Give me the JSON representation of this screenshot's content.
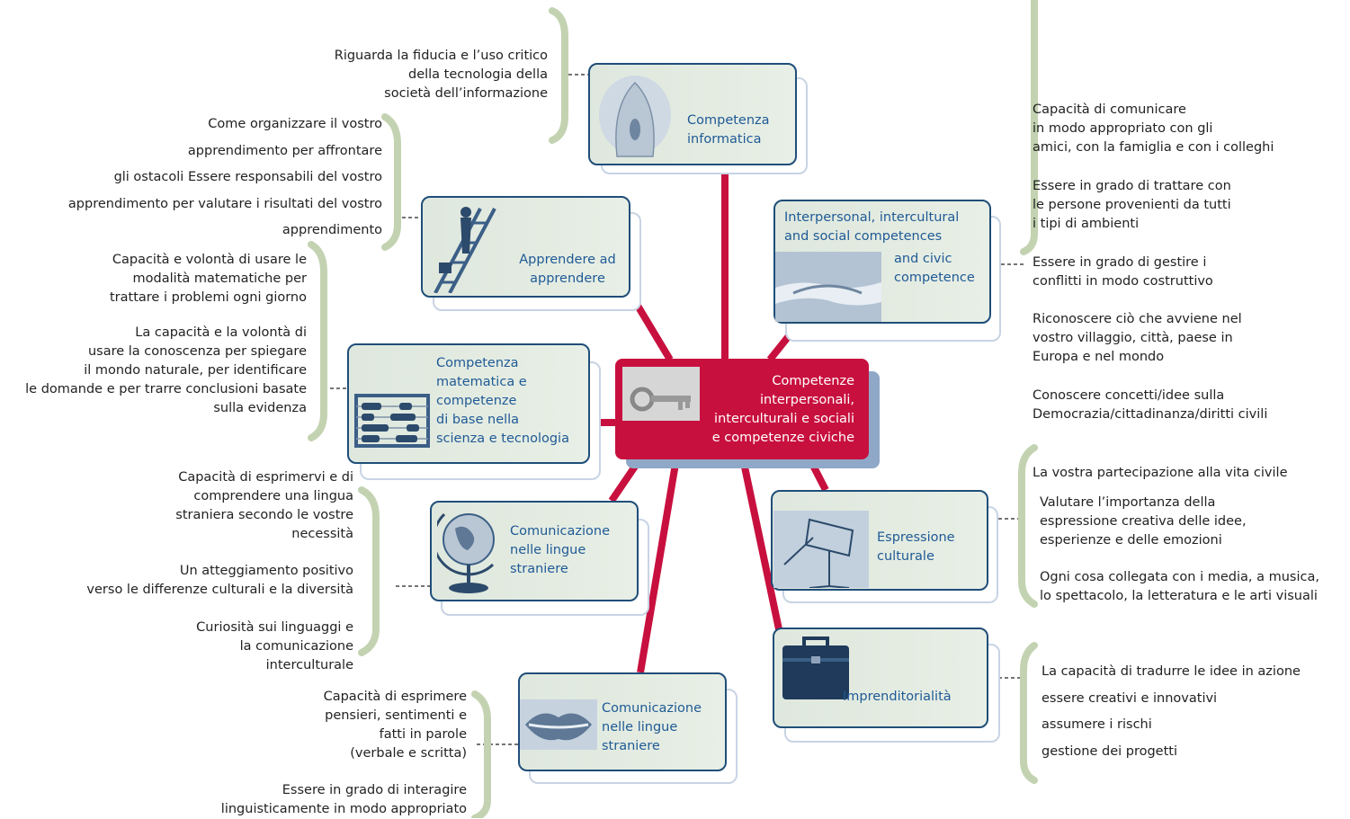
{
  "center": {
    "lines": [
      "Competenze",
      "interpersonali,",
      "interculturali e sociali",
      "e competenze civiche"
    ],
    "icon": "key-icon"
  },
  "nodes": {
    "informatica": {
      "lines": [
        "Competenza",
        "informatica"
      ],
      "icon": "computer-mouse-icon"
    },
    "apprendere": {
      "lines": [
        "Apprendere ad",
        "apprendere"
      ],
      "icon": "ladder-climber-icon"
    },
    "matematica": {
      "lines": [
        "Competenza",
        "matematica e",
        "competenze",
        "di base nella",
        "scienza e tecnologia"
      ],
      "icon": "abacus-icon"
    },
    "lingue_globe": {
      "lines": [
        "Comunicazione",
        "nelle lingue",
        "straniere"
      ],
      "icon": "globe-icon"
    },
    "lingue_lips": {
      "lines": [
        "Comunicazione",
        "nelle lingue",
        "straniere"
      ],
      "icon": "lips-icon"
    },
    "interpersonal": {
      "lines": [
        "Interpersonal, intercultural",
        "and social competences",
        "and civic",
        "competence"
      ],
      "icon": "handshake-icon"
    },
    "culturale": {
      "lines": [
        "Espressione",
        "culturale"
      ],
      "icon": "music-stand-icon"
    },
    "imprenditorialita": {
      "lines": [
        "Imprenditorialità"
      ],
      "icon": "briefcase-icon"
    }
  },
  "notes": {
    "informatica": [
      "Riguarda la fiducia e l’uso critico",
      "della tecnologia della",
      "società dell’informazione"
    ],
    "apprendere": [
      "Come organizzare il vostro",
      "apprendimento per affrontare",
      "gli ostacoli Essere responsabili del vostro",
      "apprendimento per valutare i risultati del vostro",
      "apprendimento"
    ],
    "matematica_a": [
      "Capacità e volontà di usare le",
      "modalità matematiche per",
      "trattare i problemi ogni giorno"
    ],
    "matematica_b": [
      "La capacità e la volontà di",
      "usare la conoscenza per spiegare",
      "il mondo naturale, per identificare",
      "le domande e per trarre conclusioni basate",
      "sulla evidenza"
    ],
    "lingue_a": [
      "Capacità di esprimervi e di",
      "comprendere una lingua",
      "straniera secondo le vostre",
      "necessità"
    ],
    "lingue_b": [
      "Un atteggiamento positivo",
      "verso le differenze culturali e la diversità"
    ],
    "lingue_c": [
      "Curiosità sui linguaggi e",
      "la comunicazione",
      "interculturale"
    ],
    "madre_a": [
      "Capacità di esprimere",
      "pensieri, sentimenti e",
      "fatti in parole",
      "(verbale e scritta)"
    ],
    "madre_b": [
      "Essere in grado di interagire",
      "linguisticamente in modo appropriato"
    ],
    "interpersonal_a": [
      "Capacità di comunicare",
      "in modo appropriato con gli",
      "amici, con la famiglia e con i colleghi"
    ],
    "interpersonal_b": [
      "Essere in grado di trattare con",
      "le persone provenienti da tutti",
      "i tipi di ambienti"
    ],
    "interpersonal_c": [
      "Essere in grado di gestire i",
      "conflitti in modo costruttivo"
    ],
    "interpersonal_d": [
      "Riconoscere ciò che avviene nel",
      "vostro villaggio, città, paese in",
      "Europa e nel mondo"
    ],
    "interpersonal_e": [
      "Conoscere concetti/idee sulla",
      "Democrazia/cittadinanza/diritti civili"
    ],
    "culturale_a": [
      "La vostra partecipazione alla vita civile"
    ],
    "culturale_b": [
      "Valutare l’importanza della",
      "espressione creativa delle idee,",
      "esperienze e delle emozioni"
    ],
    "culturale_c": [
      "Ogni cosa collegata con i media, a musica,",
      "lo spettacolo, la letteratura e le arti visuali"
    ],
    "imprenditorialita": [
      "La capacità di tradurre le idee in azione",
      "essere creativi e innovativi",
      "assumere i rischi",
      "gestione dei progetti"
    ]
  },
  "colors": {
    "spoke": "#c8103e",
    "center": "#c8103e",
    "box_border": "#1f4e79",
    "box_fill": "#e2eae0",
    "label": "#1f5a95",
    "brace": "#c3d3b1"
  }
}
